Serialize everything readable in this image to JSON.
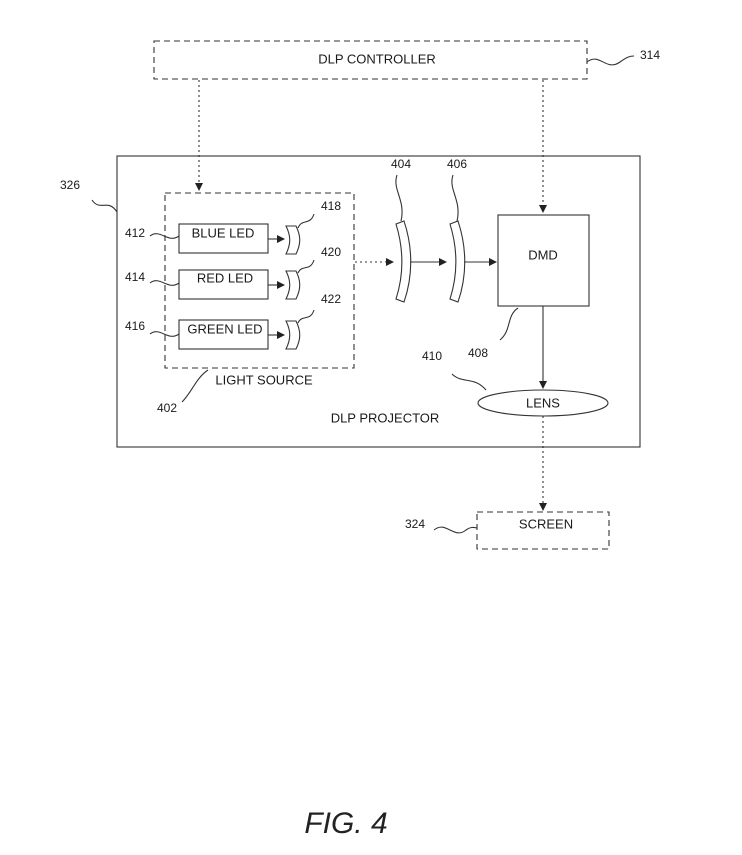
{
  "components": {
    "dlp_controller": "DLP CONTROLLER",
    "dlp_projector": "DLP PROJECTOR",
    "light_source": "LIGHT SOURCE",
    "blue_led": "BLUE LED",
    "red_led": "RED LED",
    "green_led": "GREEN LED",
    "dmd": "DMD",
    "lens": "LENS",
    "screen": "SCREEN"
  },
  "refs": {
    "r314": "314",
    "r326": "326",
    "r412": "412",
    "r414": "414",
    "r416": "416",
    "r418": "418",
    "r420": "420",
    "r422": "422",
    "r404": "404",
    "r406": "406",
    "r408": "408",
    "r410": "410",
    "r402": "402",
    "r324": "324"
  },
  "caption": "FIG. 4"
}
